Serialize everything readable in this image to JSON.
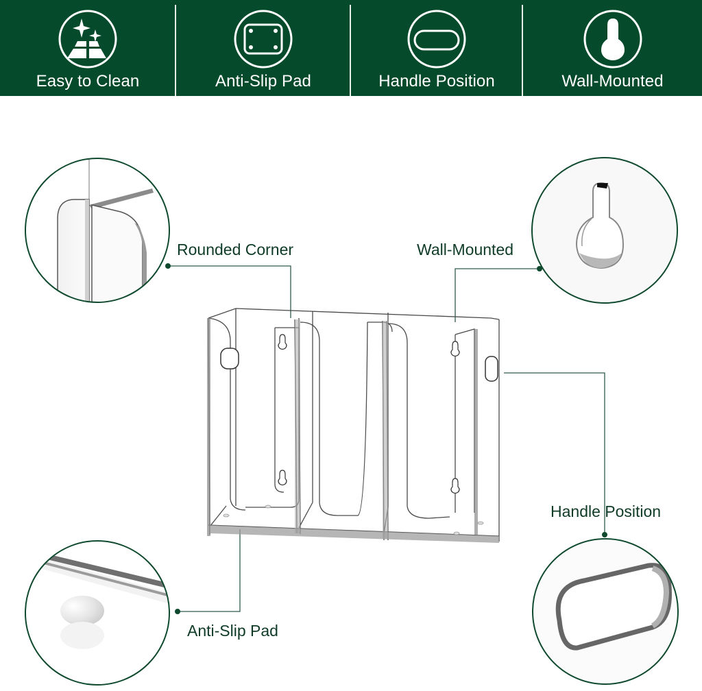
{
  "colors": {
    "header_bg": "#064a2c",
    "accent_green": "#0f4a2e",
    "label_text": "#0f3b27",
    "header_text": "#ffffff"
  },
  "header": {
    "features": [
      {
        "label": "Easy to Clean",
        "icon": "sparkle-floor-icon"
      },
      {
        "label": "Anti-Slip Pad",
        "icon": "pad-corners-icon"
      },
      {
        "label": "Handle Position",
        "icon": "oval-handle-icon"
      },
      {
        "label": "Wall-Mounted",
        "icon": "keyhole-icon"
      }
    ]
  },
  "callouts": {
    "rounded_corner": "Rounded Corner",
    "wall_mounted": "Wall-Mounted",
    "handle_position": "Handle Position",
    "anti_slip_pad": "Anti-Slip Pad"
  },
  "product": {
    "name": "3-compartment clear acrylic wall-mounted holder",
    "compartments": 3
  }
}
